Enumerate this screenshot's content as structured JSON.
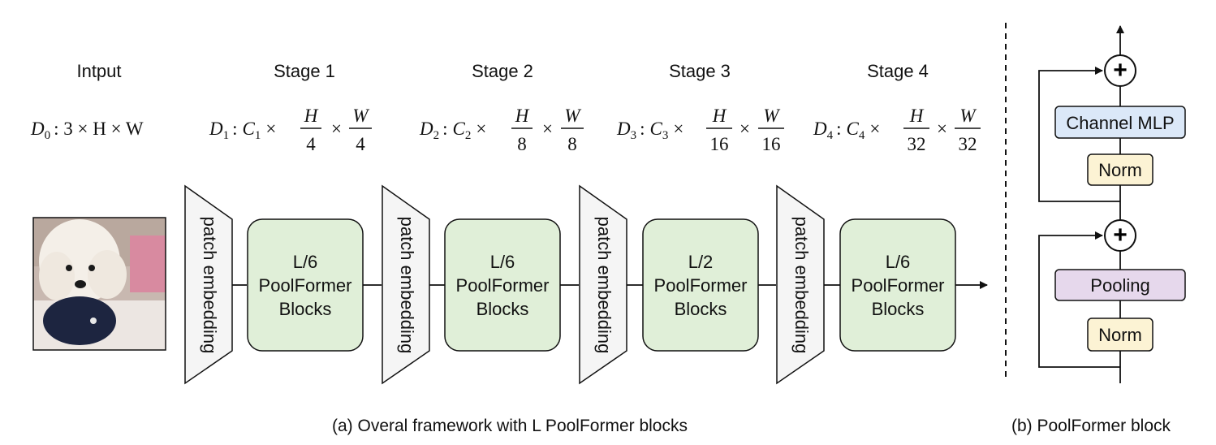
{
  "colors": {
    "block_fill": "#e0efd8",
    "patch_fill": "#f5f5f5",
    "channel_mlp_fill": "#dbe8f8",
    "norm_fill": "#fcf3d4",
    "pooling_fill": "#e6d8ec",
    "stroke": "#111111"
  },
  "stages": [
    {
      "title": "Intput",
      "dim_main": "D",
      "dim_sub": "0",
      "dim_rest": ": 3 × H × W"
    },
    {
      "title": "Stage 1",
      "dim_main": "D",
      "dim_sub": "1",
      "c_sub": "1",
      "den": "4",
      "block": [
        "L/6",
        "PoolFormer",
        "Blocks"
      ]
    },
    {
      "title": "Stage 2",
      "dim_main": "D",
      "dim_sub": "2",
      "c_sub": "2",
      "den": "8",
      "block": [
        "L/6",
        "PoolFormer",
        "Blocks"
      ]
    },
    {
      "title": "Stage 3",
      "dim_main": "D",
      "dim_sub": "3",
      "c_sub": "3",
      "den": "16",
      "block": [
        "L/2",
        "PoolFormer",
        "Blocks"
      ]
    },
    {
      "title": "Stage 4",
      "dim_main": "D",
      "dim_sub": "4",
      "c_sub": "4",
      "den": "32",
      "block": [
        "L/6",
        "PoolFormer",
        "Blocks"
      ]
    }
  ],
  "math": {
    "H": "H",
    "W": "W",
    "C": "C",
    "times": "×",
    "colon": ":"
  },
  "patch_label": "patch embedding",
  "input_image": "dog-photo",
  "block_b": {
    "channel_mlp": "Channel MLP",
    "norm_top": "Norm",
    "pooling": "Pooling",
    "norm_bottom": "Norm",
    "plus": "+"
  },
  "captions": {
    "a": "(a) Overal framework with L PoolFormer blocks",
    "b": "(b) PoolFormer block"
  }
}
